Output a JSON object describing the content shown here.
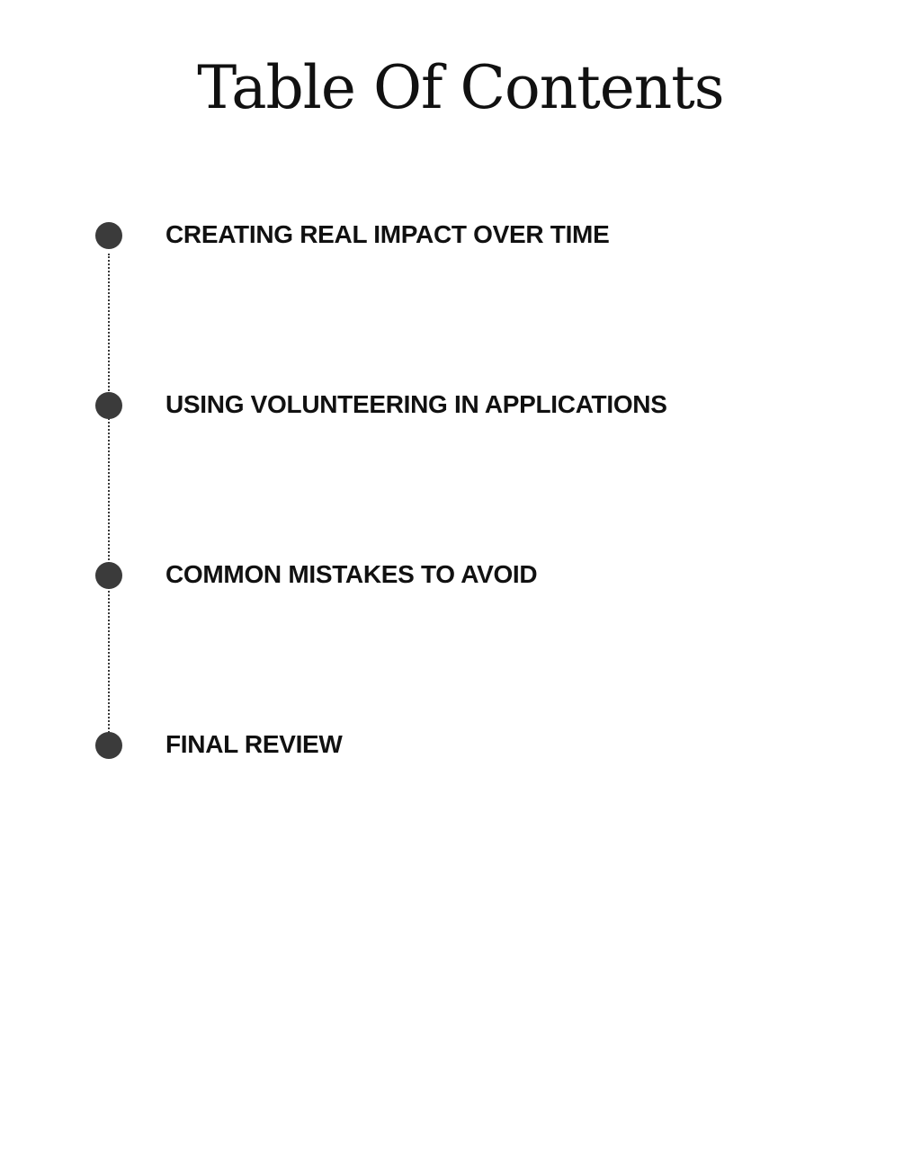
{
  "title": "Table Of Contents",
  "items": [
    {
      "label": "CREATING REAL IMPACT OVER TIME"
    },
    {
      "label": "USING VOLUNTEERING IN APPLICATIONS"
    },
    {
      "label": "COMMON MISTAKES TO AVOID"
    },
    {
      "label": "FINAL REVIEW"
    }
  ],
  "colors": {
    "dot": "#3b3b3b",
    "text": "#111111",
    "background": "#ffffff"
  }
}
